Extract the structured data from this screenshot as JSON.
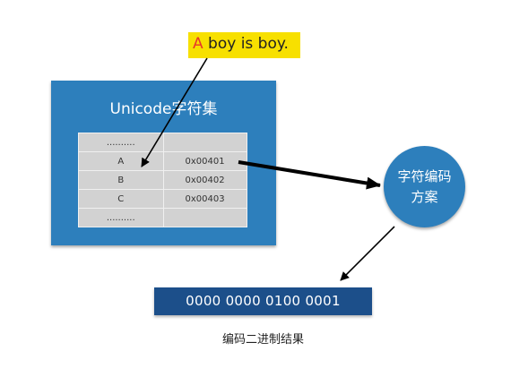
{
  "sentence": {
    "highlight": "A",
    "rest": " boy is boy."
  },
  "panel": {
    "title": "Unicode字符集",
    "rows": [
      {
        "char": "..........",
        "code": ""
      },
      {
        "char": "A",
        "code": "0x00401"
      },
      {
        "char": "B",
        "code": "0x00402"
      },
      {
        "char": "C",
        "code": "0x00403"
      },
      {
        "char": "..........",
        "code": ""
      }
    ]
  },
  "scheme": {
    "label": "字符编码方案"
  },
  "binary": {
    "value": "0000 0000 0100 0001"
  },
  "caption": {
    "text": "编码二进制结果"
  },
  "colors": {
    "panel": "#2d7fbc",
    "binary_bar": "#1c4f8a",
    "sentence_bg": "#f7e000",
    "highlight": "#e8362a"
  }
}
